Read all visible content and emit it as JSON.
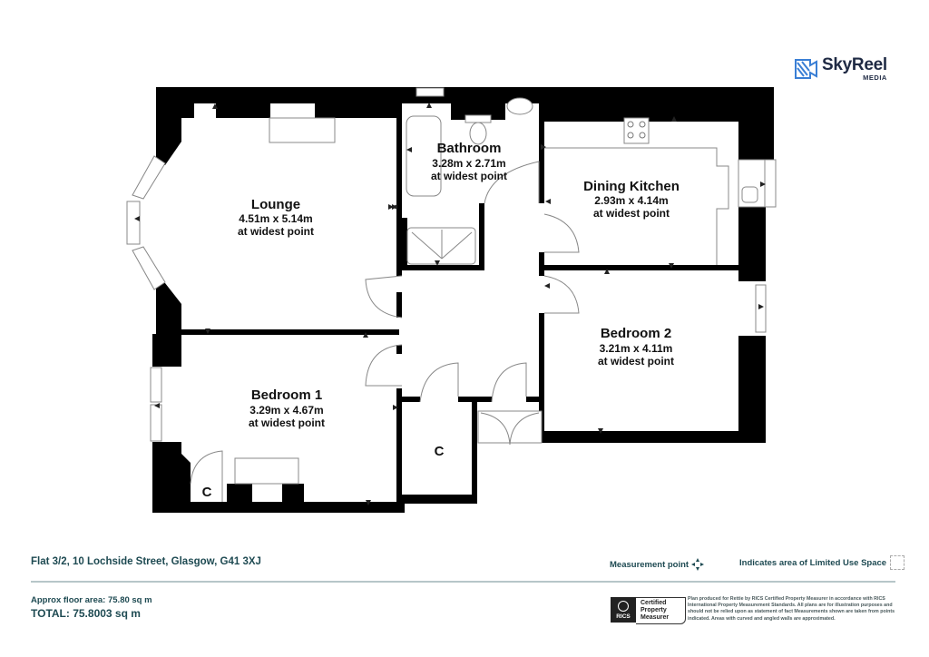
{
  "brand": {
    "name": "SkyReel",
    "subtitle": "MEDIA",
    "accent_color": "#3a7fd5",
    "text_color": "#1f2a44"
  },
  "floorplan": {
    "rooms": [
      {
        "id": "lounge",
        "name": "Lounge",
        "dimensions": "4.51m x 5.14m",
        "note": "at widest point"
      },
      {
        "id": "bathroom",
        "name": "Bathroom",
        "dimensions": "3.28m x 2.71m",
        "note": "at widest point"
      },
      {
        "id": "dining_kitchen",
        "name": "Dining Kitchen",
        "dimensions": "2.93m x 4.14m",
        "note": "at widest point"
      },
      {
        "id": "bedroom2",
        "name": "Bedroom 2",
        "dimensions": "3.21m x 4.11m",
        "note": "at widest point"
      },
      {
        "id": "bedroom1",
        "name": "Bedroom 1",
        "dimensions": "3.29m x 4.67m",
        "note": "at widest point"
      }
    ],
    "closets": [
      {
        "id": "bedroom1_cupboard",
        "label": "C"
      },
      {
        "id": "hall_cupboard",
        "label": "C"
      }
    ],
    "wall_color": "#000000",
    "fixture_stroke": "#888888"
  },
  "footer": {
    "address": "Flat 3/2, 10 Lochside Street, Glasgow, G41 3XJ",
    "legend_measurement": "Measurement point",
    "legend_limited_use": "Indicates area of  Limited Use Space",
    "approx_area": "Approx floor area: 75.80 sq m",
    "total_area": "TOTAL: 75.8003 sq m",
    "rics_badge": "RICS",
    "rics_cert_lines": [
      "Certified",
      "Property",
      "Measurer"
    ],
    "disclaimer": "Plan produced for Rettie by RICS Certified Property Measurer in accordance with RICS International Property Measurement Standards. All plans are for illustration purposes and should not be relied upon as statement of fact Measurements shown are taken from points indicated. Areas with curved and angled walls are approximated.",
    "text_color": "#1e4a52",
    "divider_color": "#b7c6c9"
  }
}
